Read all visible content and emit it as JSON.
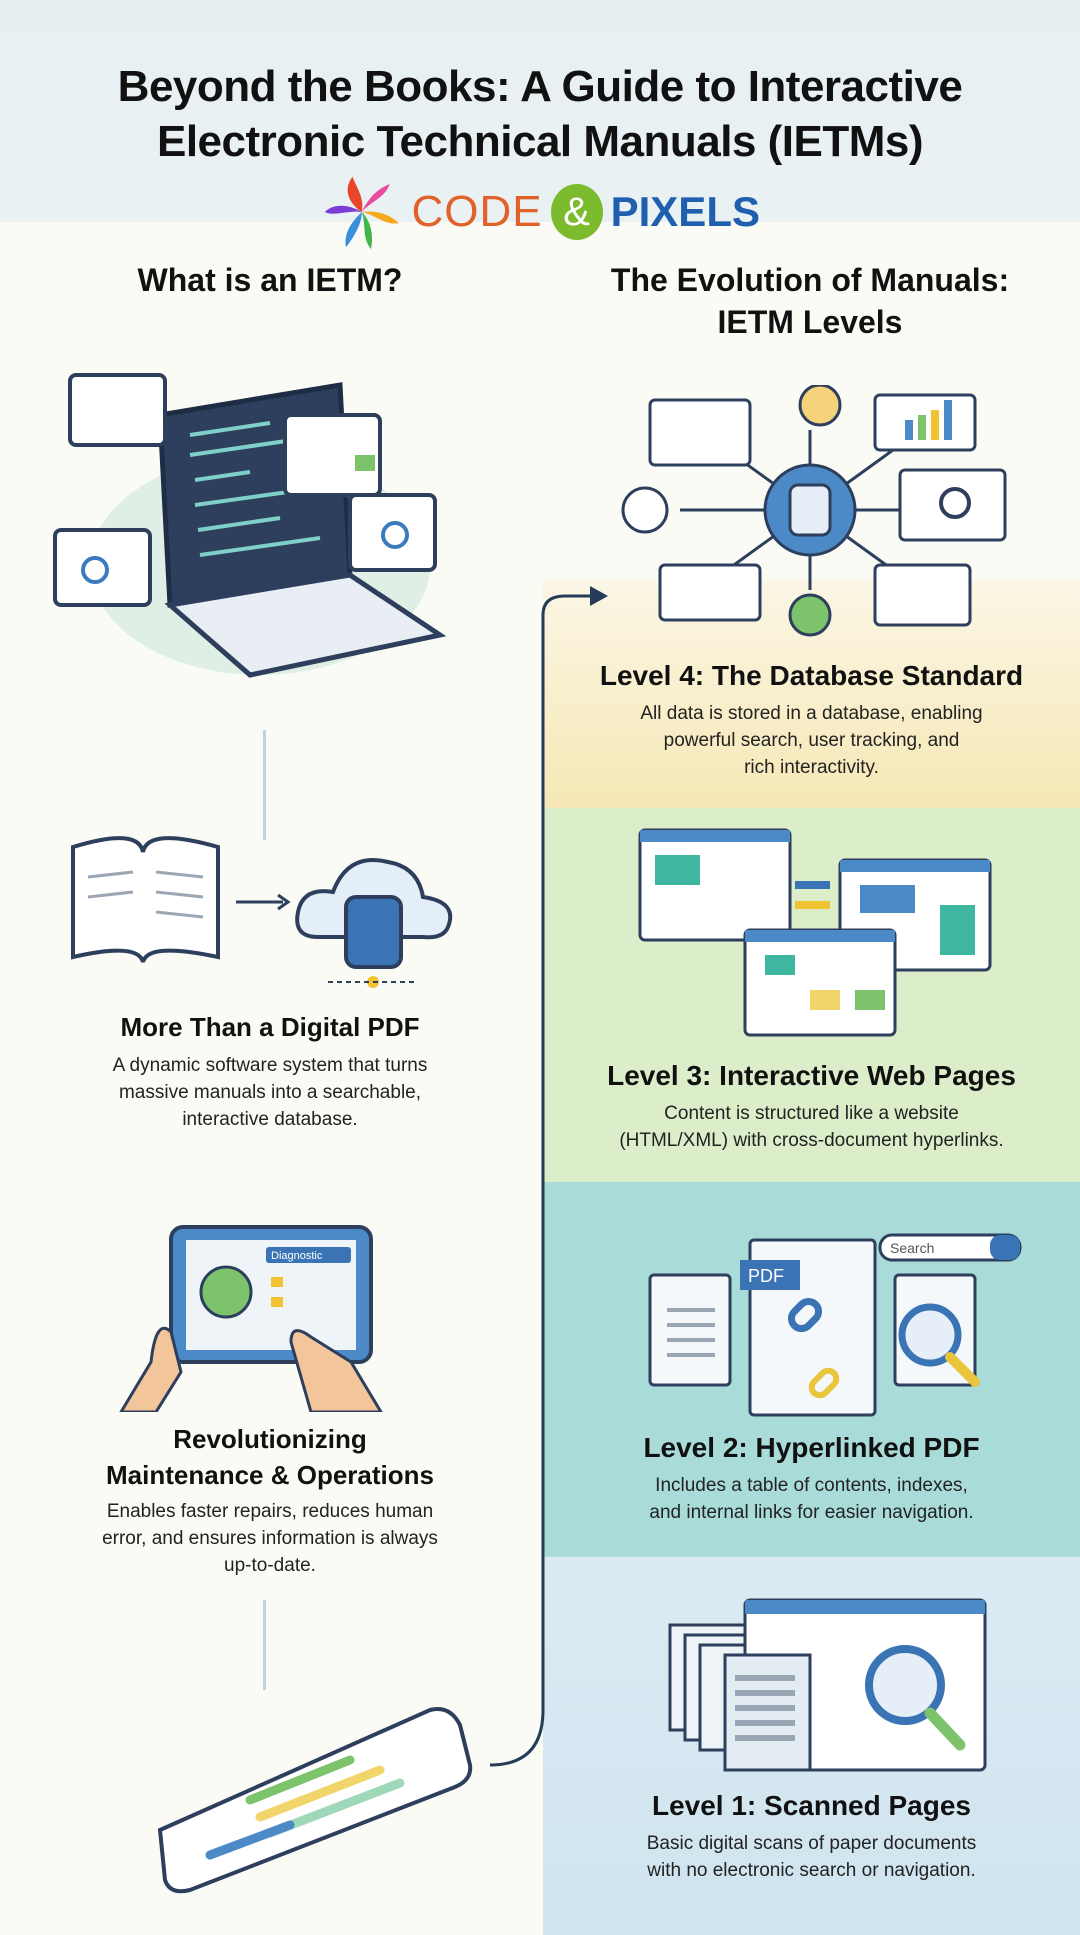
{
  "title": {
    "line1": "Beyond the Books: A Guide to Interactive",
    "line2": "Electronic Technical Manuals (IETMs)"
  },
  "logo": {
    "code": "CODE",
    "amp": "&",
    "pixels": "PIXELS"
  },
  "left": {
    "heading": "What is an IETM?",
    "items": [
      {
        "title": "More Than a Digital PDF",
        "desc": [
          "A dynamic software system that turns",
          "massive manuals into a searchable,",
          "interactive database."
        ]
      },
      {
        "title": [
          "Revolutionizing",
          "Maintenance & Operations"
        ],
        "desc": [
          "Enables faster repairs, reduces human",
          "error, and ensures information is always",
          "up-to-date."
        ],
        "screen_label": "Diagnostic"
      }
    ]
  },
  "right": {
    "heading": [
      "The Evolution of Manuals:",
      "IETM Levels"
    ],
    "levels": [
      {
        "title": "Level 4: The Database Standard",
        "desc": [
          "All data is stored in a database, enabling",
          "powerful search, user tracking, and",
          "rich interactivity."
        ],
        "color": "#f7edc4"
      },
      {
        "title": "Level 3: Interactive Web Pages",
        "desc": [
          "Content is structured like a website",
          "(HTML/XML) with cross-document hyperlinks."
        ],
        "color": "#d9ecc9"
      },
      {
        "title": "Level 2: Hyperlinked PDF",
        "desc": [
          "Includes a table of contents, indexes,",
          "and internal links for easier navigation."
        ],
        "color": "#a9dcd9",
        "pdf_label": "PDF",
        "search_label": "Search"
      },
      {
        "title": "Level 1: Scanned Pages",
        "desc": [
          "Basic digital scans of paper documents",
          "with no electronic search or navigation."
        ],
        "color": "#dcebf3"
      }
    ]
  }
}
